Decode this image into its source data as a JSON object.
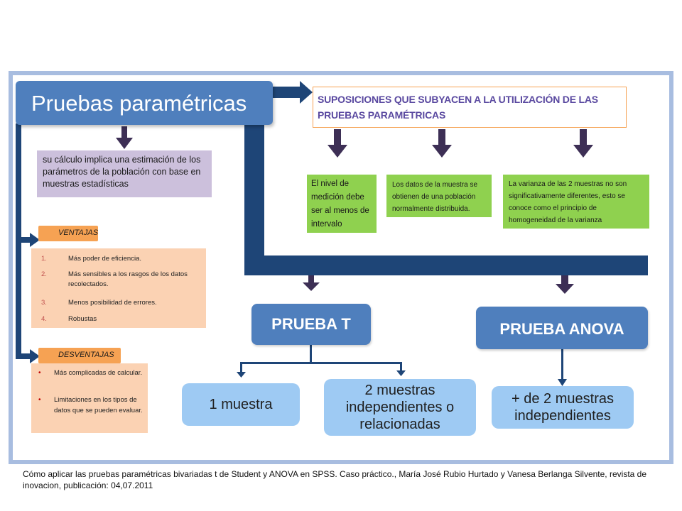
{
  "title": "Pruebas paramétricas",
  "description": "su cálculo implica una estimación de los parámetros de la población con base en muestras estadísticas",
  "ventajas": {
    "label": "VENTAJAS",
    "items": [
      {
        "num": "1.",
        "text": "Más poder de eficiencia."
      },
      {
        "num": "2.",
        "text": "Más sensibles a los rasgos de los datos recolectados."
      },
      {
        "num": "3.",
        "text": "Menos posibilidad de errores."
      },
      {
        "num": "4.",
        "text": "Robustas"
      }
    ]
  },
  "desventajas": {
    "label": "DESVENTAJAS",
    "items": [
      {
        "bullet": "•",
        "text": "Más complicadas de calcular."
      },
      {
        "bullet": "•",
        "text": "Limitaciones en los tipos de datos que se pueden evaluar."
      }
    ]
  },
  "suposiciones": {
    "title": "SUPOSICIONES QUE SUBYACEN A LA UTILIZACIÓN DE LAS PRUEBAS PARAMÉTRICAS",
    "items": [
      "El nivel de medición debe ser al menos de intervalo",
      "Los datos de la muestra se obtienen de una población normalmente distribuida.",
      "La varianza de las 2 muestras no son significativamente diferentes, esto se conoce como el principio de homogeneidad de la varianza"
    ]
  },
  "prueba_t": {
    "label": "PRUEBA T",
    "children": [
      "1 muestra",
      "2 muestras independientes o relacionadas"
    ]
  },
  "prueba_anova": {
    "label": "PRUEBA ANOVA",
    "children": [
      "+ de 2 muestras independientes"
    ]
  },
  "caption": "Cómo aplicar las pruebas paramétricas bivariadas t de Student y ANOVA en SPSS. Caso práctico., María José Rubio Hurtado y Vanesa Berlanga Silvente, revista de inovacion, publicación: 04,07.2011",
  "colors": {
    "frame": "#a8bde0",
    "title_blue": "#4f7fbd",
    "dark_navy": "#1e4577",
    "arrow_purple": "#3d2f55",
    "lavender": "#ccc0dc",
    "orange": "#f6a253",
    "peach": "#fbd2b3",
    "green": "#8fd14f",
    "light_blue": "#9ecaf3"
  }
}
